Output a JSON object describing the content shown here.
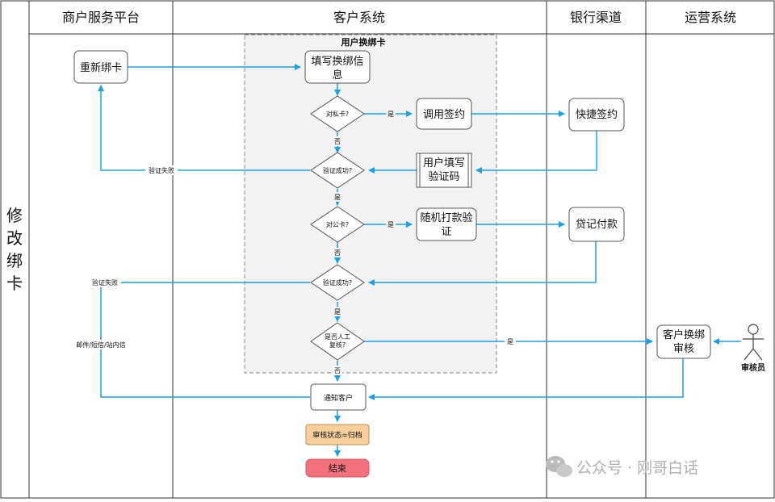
{
  "lanes": {
    "row_label": "修改绑卡",
    "headers": [
      "商户服务平台",
      "客户系统",
      "银行渠道",
      "运营系统"
    ]
  },
  "group": {
    "title": "用户换绑卡"
  },
  "nodes": {
    "rebind": "重新绑卡",
    "fill_info": "填写换绑信息",
    "is_private": "对私卡?",
    "call_sign": "调用签约",
    "quick_sign": "快捷签约",
    "user_code": "用户填写验证码",
    "verify1": "验证成功?",
    "is_public": "对公卡?",
    "random_pay": "随机打款验证",
    "loan_pay": "贷记付款",
    "verify2": "验证成功?",
    "manual": "是否人工复核?",
    "review": "客户换绑审核",
    "notify": "通知客户",
    "archive": "审核状态=归档",
    "end": "结束",
    "reviewer": "审核员"
  },
  "edge_labels": {
    "yes1": "是",
    "no1": "否",
    "yes2": "是",
    "yes3": "是",
    "no2": "否",
    "yes4": "是",
    "yes5": "是",
    "no3": "否",
    "fail1": "验证失败",
    "fail2": "验证失败",
    "mail": "邮件/短信/站内信"
  },
  "watermark": {
    "text": "公众号 · 刚哥白话"
  },
  "colors": {
    "arrow": "#1ba1e2",
    "archive_fill": "#f8cf9b",
    "end_fill": "#f1717e",
    "group_fill": "#f2f2f2"
  }
}
